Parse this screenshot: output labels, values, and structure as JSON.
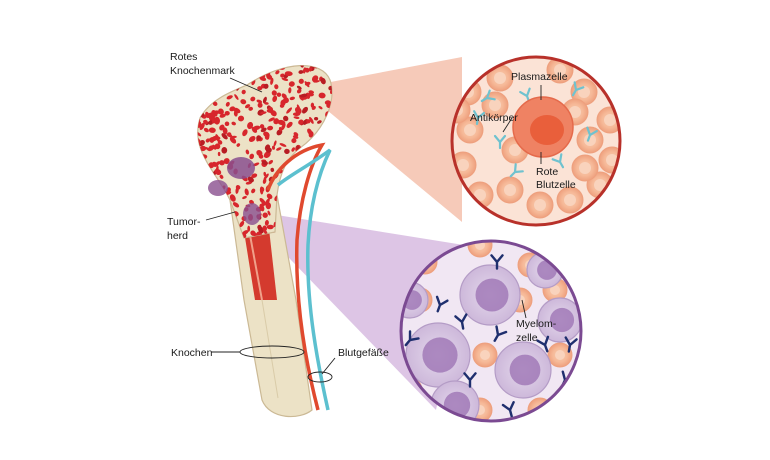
{
  "labels": {
    "red_marrow_line1": "Rotes",
    "red_marrow_line2": "Knochenmark",
    "tumor_line1": "Tumor-",
    "tumor_line2": "herd",
    "bone": "Knochen",
    "blood_vessels": "Blutgefäße",
    "plasma_cell": "Plasmazelle",
    "antibody": "Antikörper",
    "red_blood_cell_line1": "Rote",
    "red_blood_cell_line2": "Blutzelle",
    "myeloma_line1": "Myelom-",
    "myeloma_line2": "zelle"
  },
  "colors": {
    "bone": "#ebe0c4",
    "bone_outline": "#c9b894",
    "marrow_red": "#d7262c",
    "tumor_purple": "#8a4f8e",
    "vessel_red": "#e0492e",
    "vessel_blue": "#5cc0cf",
    "rbc_peach": "#f6b998",
    "plasma_cell": "#ee7a5a",
    "antibody_teal": "#6fc2cf",
    "myeloma_lilac": "#d8c8e2",
    "myeloma_nucleus": "#9a6fb1",
    "antibody_navy": "#1f2f6e",
    "zoom_top": "#f3b7a3",
    "zoom_bottom": "#c9a8d6",
    "circle_bottom_border": "#7b4a92"
  }
}
